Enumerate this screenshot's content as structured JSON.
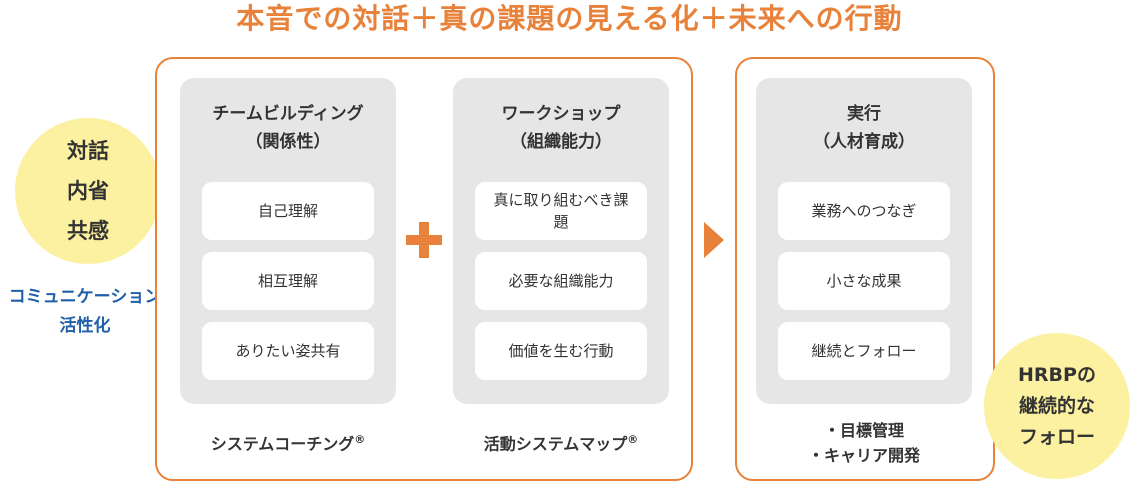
{
  "title": "本音での対話＋真の課題の見える化＋未来への行動",
  "left_circle": {
    "lines": [
      "対話",
      "内省",
      "共感"
    ]
  },
  "communication": {
    "line1": "コミュニケーション",
    "line2": "活性化"
  },
  "panels": [
    {
      "heading1": "チームビルディング",
      "heading2": "（関係性）",
      "items": [
        "自己理解",
        "相互理解",
        "ありたい姿共有"
      ]
    },
    {
      "heading1": "ワークショップ",
      "heading2": "（組織能力）",
      "items": [
        "真に取り組むべき課題",
        "必要な組織能力",
        "価値を生む行動"
      ]
    },
    {
      "heading1": "実行",
      "heading2": "（人材育成）",
      "items": [
        "業務へのつなぎ",
        "小さな成果",
        "継続とフォロー"
      ]
    }
  ],
  "methods": {
    "system_coaching": "システムコーチング",
    "activity_map": "活動システムマップ",
    "registered_mark": "®"
  },
  "management": [
    "・目標管理",
    "・キャリア開発"
  ],
  "right_circle": {
    "lines": [
      "HRBPの",
      "継続的な",
      "フォロー"
    ]
  },
  "colors": {
    "accent_orange": "#e8823a",
    "circle_yellow": "#fbf1a0",
    "panel_gray": "#e6e6e6",
    "blue_text": "#1f5fa8"
  }
}
